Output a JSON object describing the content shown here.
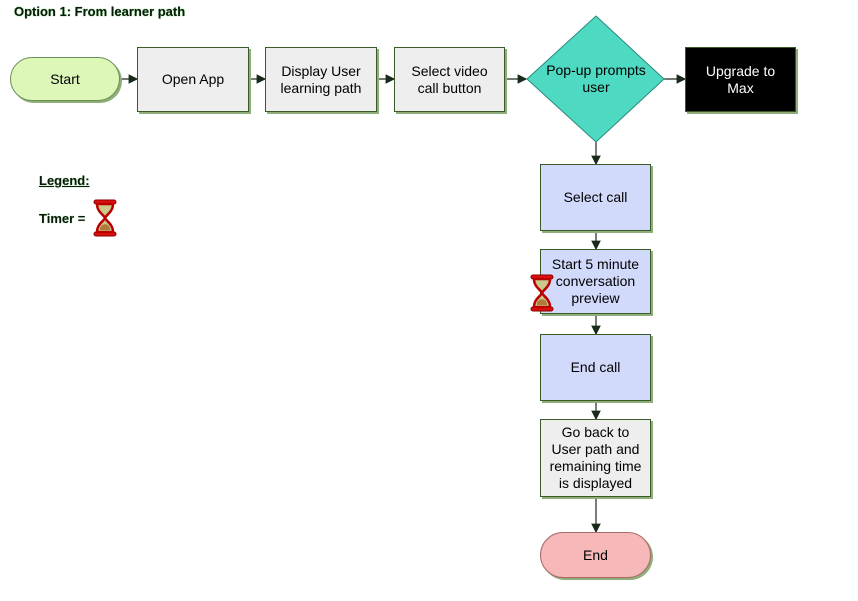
{
  "title": "Option 1: From learner path",
  "legend": {
    "heading": "Legend:",
    "timer_label": "Timer ="
  },
  "nodes": {
    "start": "Start",
    "open_app": "Open App",
    "display_path": "Display User\nlearning path",
    "select_video": "Select video\ncall button",
    "popup": "Pop-up prompts\nuser",
    "upgrade": "Upgrade to\nMax",
    "select_call": "Select call",
    "start_preview": "Start 5 minute\nconversation\npreview",
    "end_call": "End call",
    "go_back": "Go back to\nUser path and\nremaining time\nis displayed",
    "end": "End"
  },
  "colors": {
    "start_fill": "#dcf7b8",
    "process_fill": "#eeeeee",
    "decision_fill": "#4dd9c2",
    "upgrade_fill": "#000000",
    "call_fill": "#d2dafc",
    "end_fill": "#f6b8b8"
  },
  "icons": [
    "hourglass-icon"
  ]
}
